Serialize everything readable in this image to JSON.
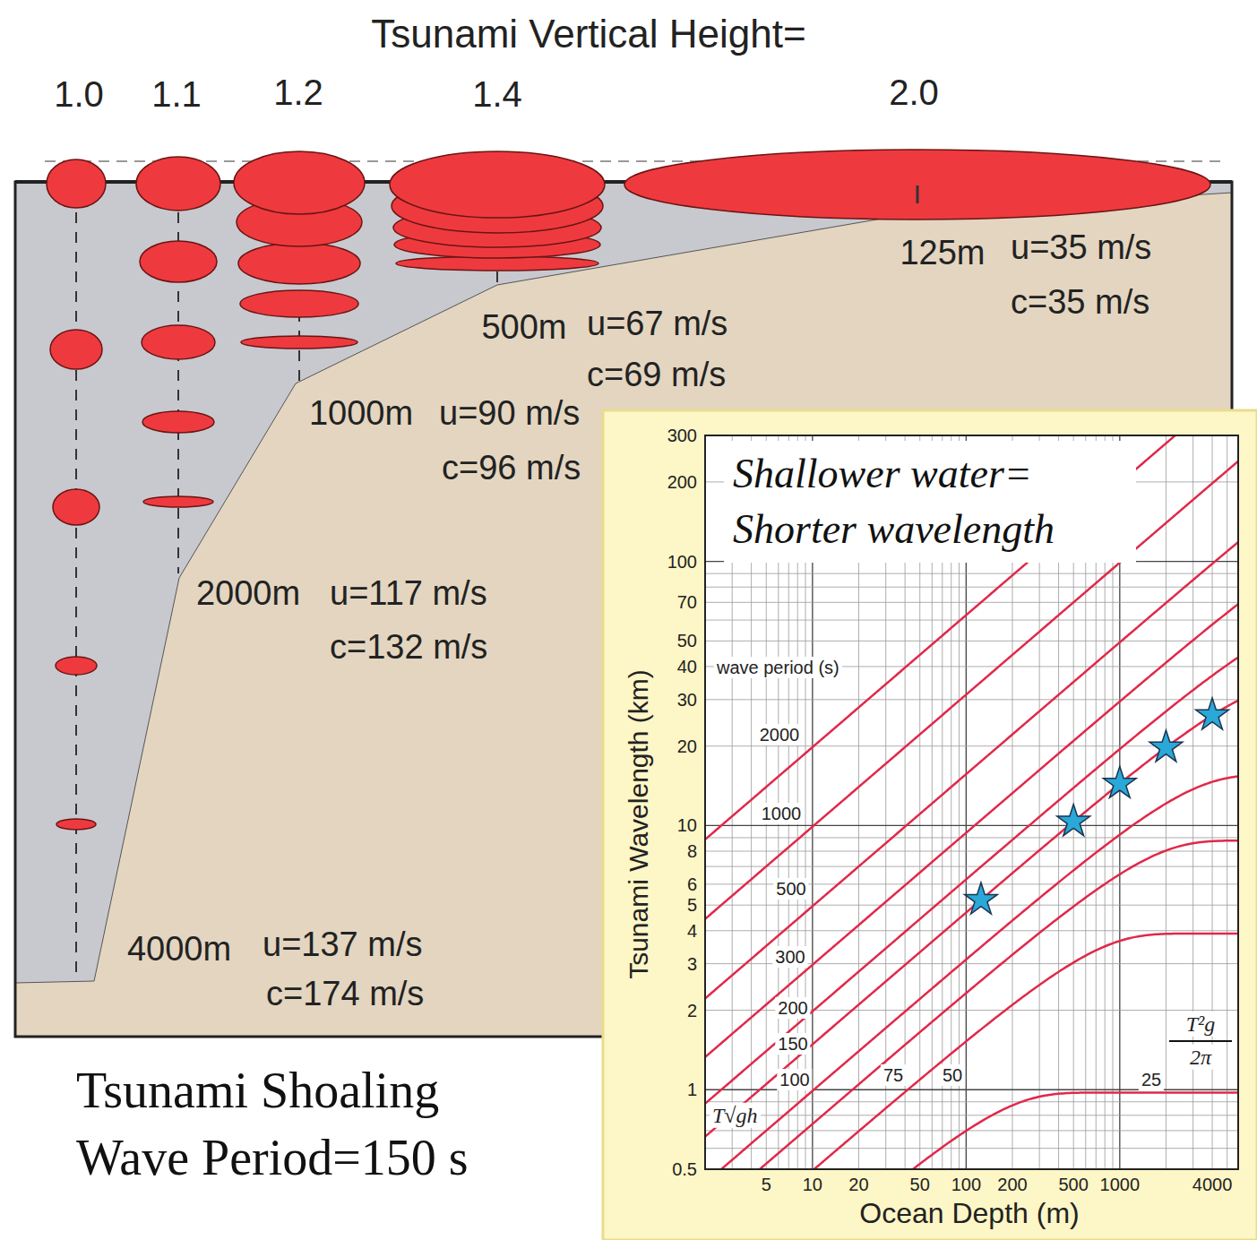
{
  "diagram": {
    "title": "Tsunami Vertical Height=",
    "caption": "Tsunami Shoaling Wave Period=150 s",
    "nodes": [
      {
        "text": [
          "Shallower water= Shorter wavelength"
        ]
      }
    ],
    "labels": [
      "1.0",
      "1.1",
      "1.2",
      "1.4",
      "2.0",
      "125m",
      "u=35 m/s",
      "c=35 m/s",
      "500m",
      "u=67 m/s",
      "c=69 m/s",
      "1000m",
      "u=90 m/s",
      "c=96 m/s",
      "2000m",
      "u=117 m/s",
      "c=132 m/s",
      "4000m",
      "u=137 m/s",
      "c=174 m/s",
      "300",
      "200",
      "100",
      "70",
      "50",
      "40",
      "30",
      "20",
      "10",
      "8",
      "6",
      "5",
      "4",
      "3",
      "2",
      "1",
      "0.5",
      "5",
      "10",
      "20",
      "50",
      "100",
      "200",
      "500",
      "1000",
      "4000",
      "Tsunami Wavelength (km)",
      "Ocean Depth (m)",
      "wave period (s)",
      "2000",
      "1000",
      "500",
      "300",
      "200",
      "150",
      "100",
      "75",
      "50",
      "25",
      "T√gh",
      "T²g",
      "2π"
    ]
  }
}
